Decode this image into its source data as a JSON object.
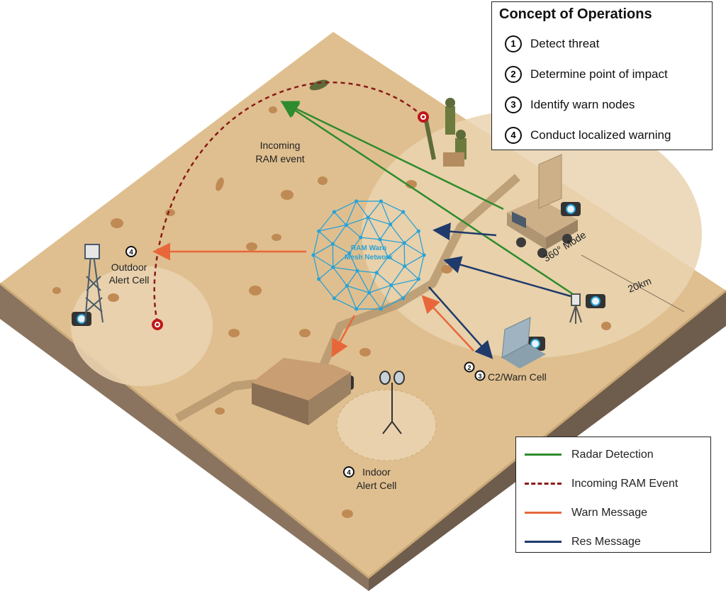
{
  "concept": {
    "title": "Concept of Operations",
    "steps": [
      {
        "num": "1",
        "text": "Detect threat"
      },
      {
        "num": "2",
        "text": "Determine point of impact"
      },
      {
        "num": "3",
        "text": "Identify warn nodes"
      },
      {
        "num": "4",
        "text": "Conduct localized warning"
      }
    ]
  },
  "labels": {
    "incoming_line1": "Incoming",
    "incoming_line2": "RAM event",
    "mesh_line1": "RAM Warn",
    "mesh_line2": "Mesh Network",
    "outdoor_num": "4",
    "outdoor_line1": "Outdoor",
    "outdoor_line2": "Alert Cell",
    "indoor_num": "4",
    "indoor_line1": "Indoor",
    "indoor_line2": "Alert Cell",
    "c2_num_a": "2",
    "c2_num_b": "3",
    "c2_text": "C2/Warn Cell",
    "mode": "360° Mode",
    "range": "20km"
  },
  "legend": [
    {
      "label": "Radar Detection",
      "color": "#2e8b2e",
      "style": "solid"
    },
    {
      "label": "Incoming RAM Event",
      "color": "#8b1a1a",
      "style": "dashed"
    },
    {
      "label": "Warn Message",
      "color": "#e8673a",
      "style": "solid"
    },
    {
      "label": "Res Message",
      "color": "#1f3a6b",
      "style": "solid"
    }
  ],
  "colors": {
    "terrain_top": "#dfbf8f",
    "terrain_left": "#8a7460",
    "terrain_right": "#6e5c4c",
    "radar": "#2e8b2e",
    "ram": "#8b1a1a",
    "warn": "#e8673a",
    "res": "#1f3a6b",
    "mesh": "#2aa2d6"
  }
}
